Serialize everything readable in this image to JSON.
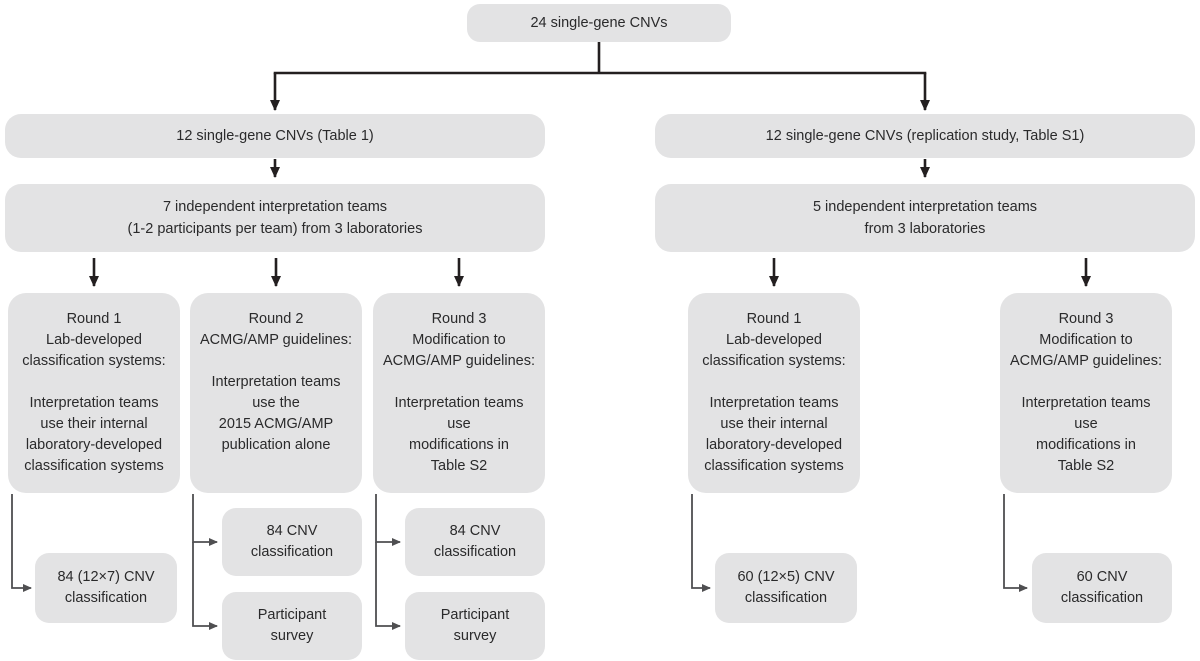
{
  "colors": {
    "canvas-bg": "#ffffff",
    "node-fill": "#e3e3e4",
    "node-text": "#2a2a2b",
    "arrow-dark": "#231f20",
    "arrow-gray": "#4f4f51"
  },
  "flowchart": {
    "root": {
      "label": "24 single-gene CNVs"
    },
    "left_branch": {
      "cohort": {
        "label": "12 single-gene CNVs (Table 1)"
      },
      "teams": {
        "lines": [
          "7 independent interpretation teams",
          "(1-2 participants per team) from 3 laboratories"
        ]
      },
      "round1": {
        "lines": [
          "Round 1",
          "Lab-developed",
          "classification systems:",
          "",
          "Interpretation teams",
          "use their internal",
          "laboratory-developed",
          "classification systems"
        ]
      },
      "round2": {
        "lines": [
          "Round 2",
          "ACMG/AMP guidelines:",
          "",
          "Interpretation teams",
          "use the",
          "2015 ACMG/AMP",
          "publication alone"
        ]
      },
      "round3": {
        "lines": [
          "Round 3",
          "Modification to",
          "ACMG/AMP guidelines:",
          "",
          "Interpretation teams",
          "use",
          "modifications in",
          "Table S2"
        ]
      },
      "round1_output": {
        "lines": [
          "84 (12×7) CNV",
          "classification"
        ]
      },
      "round2_classification": {
        "lines": [
          "84 CNV",
          "classification"
        ]
      },
      "round2_survey": {
        "lines": [
          "Participant",
          "survey"
        ]
      },
      "round3_classification": {
        "lines": [
          "84 CNV",
          "classification"
        ]
      },
      "round3_survey": {
        "lines": [
          "Participant",
          "survey"
        ]
      }
    },
    "right_branch": {
      "cohort": {
        "label": "12 single-gene CNVs (replication study, Table S1)"
      },
      "teams": {
        "lines": [
          "5 independent interpretation teams",
          "from 3 laboratories"
        ]
      },
      "round1": {
        "lines": [
          "Round 1",
          "Lab-developed",
          "classification systems:",
          "",
          "Interpretation teams",
          "use their internal",
          "laboratory-developed",
          "classification systems"
        ]
      },
      "round3": {
        "lines": [
          "Round 3",
          "Modification to",
          "ACMG/AMP guidelines:",
          "",
          "Interpretation teams",
          "use",
          "modifications in",
          "Table S2"
        ]
      },
      "round1_output": {
        "lines": [
          "60 (12×5) CNV",
          "classification"
        ]
      },
      "round3_output": {
        "lines": [
          "60 CNV",
          "classification"
        ]
      }
    }
  }
}
